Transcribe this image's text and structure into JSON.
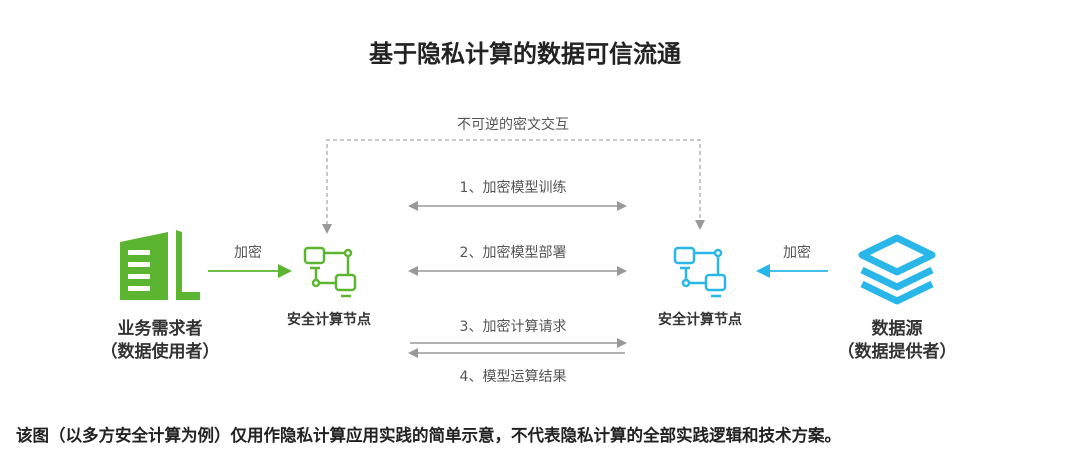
{
  "title": "基于隐私计算的数据可信流通",
  "dashed_label": "不可逆的密文交互",
  "steps": [
    "1、加密模型训练",
    "2、加密模型部署",
    "3、加密计算请求",
    "4、模型运算结果"
  ],
  "left": {
    "encrypt_label": "加密",
    "node_label": "安全计算节点",
    "actor": "业务需求者",
    "actor_sub": "（数据使用者）",
    "color": "#5cb531"
  },
  "right": {
    "encrypt_label": "加密",
    "node_label": "安全计算节点",
    "actor": "数据源",
    "actor_sub": "（数据提供者）",
    "color": "#29b6e8"
  },
  "footer": "该图（以多方安全计算为例）仅用作隐私计算应用实践的简单示意，不代表隐私计算的全部实践逻辑和技术方案。"
}
